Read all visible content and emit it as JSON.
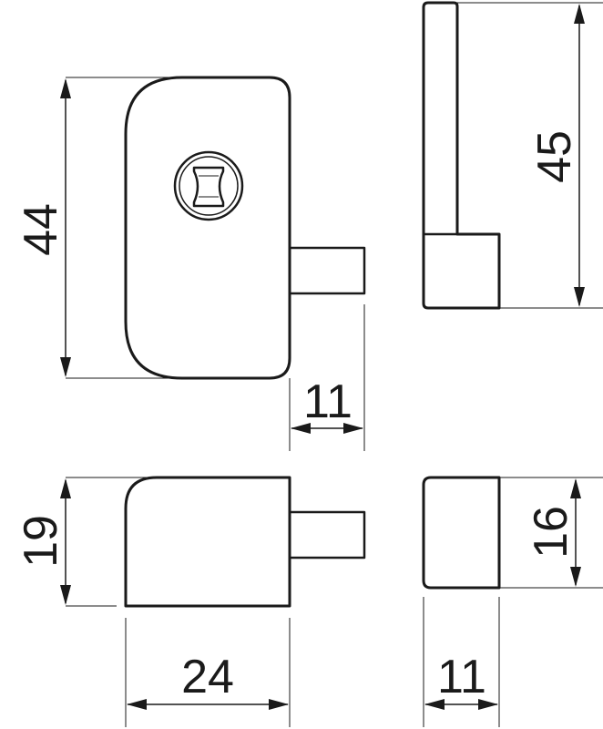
{
  "dimensions": {
    "front_height": "44",
    "bolt_projection_front": "11",
    "side_height": "45",
    "top_depth": "19",
    "top_width": "24",
    "end_height": "16",
    "end_width": "11"
  }
}
